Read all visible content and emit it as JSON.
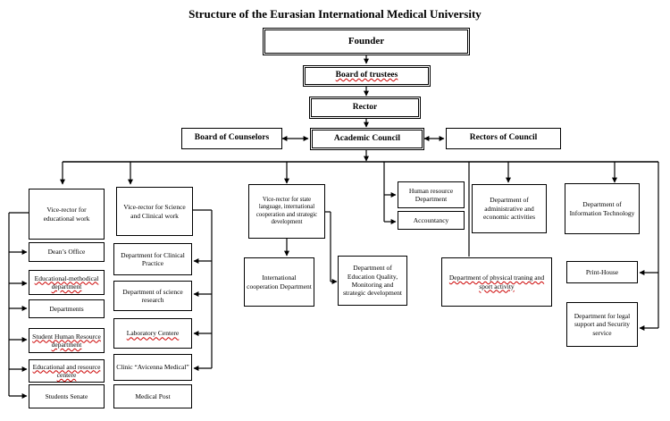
{
  "title": "Structure of the Eurasian International Medical University",
  "boxes": {
    "founder": "Founder",
    "board_of_trustees": "Board of trustees",
    "rector": "Rector",
    "board_of_counselors": "Board of Counselors",
    "academic_council": "Academic Council",
    "rectors_of_council": "Rectors of Council",
    "vr_educational": "Vice-rector for educational work",
    "vr_science": "Vice-rector for Science and Clinical work",
    "vr_state_language": "Vice-rector for state language, international cooperation and strategic development",
    "human_resource": "Human resource Department",
    "accountancy": "Accountancy",
    "dept_administrative": "Department of administrative and economic activities",
    "dept_it": "Department of Information Technology",
    "deans_office": "Dean’s Office",
    "educational_methodical": "Educational-methodical department",
    "departments": "Departments",
    "student_hr": "Student Human Resource department",
    "educational_resource": "Educational and resource centere",
    "students_senate": "Students Senate",
    "clinical_practice": "Department for Clinical Practice",
    "science_research": "Department of science research",
    "laboratory": "Laboratory Centere",
    "clinic_avicenna": "Clinic “Avicenna Medical”",
    "medical_post": "Medical Post",
    "international_coop": "International cooperation Department",
    "education_quality": "Department of Education Quality, Monitoring and strategic development",
    "physical_training": "Department of physical traning and sport activity",
    "print_house": "Print-House",
    "legal_support": "Department for legal support and Security service"
  }
}
